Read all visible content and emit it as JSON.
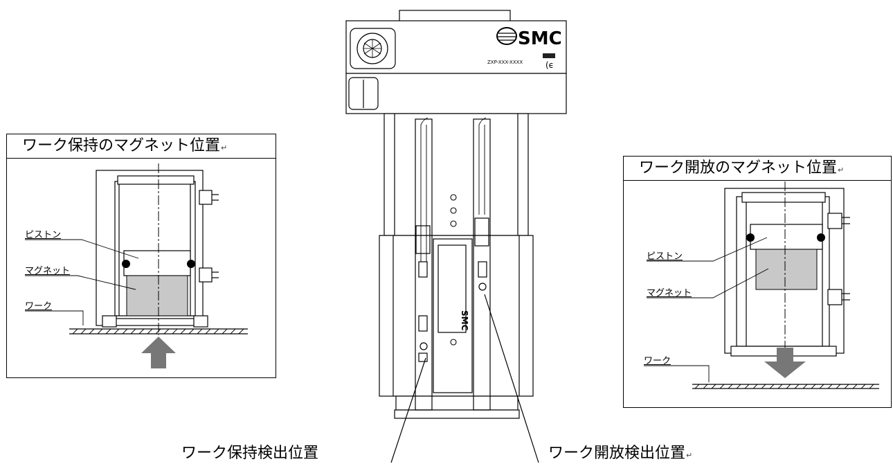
{
  "left_panel": {
    "title": "ワーク保持のマグネット位置",
    "piston_label": "ピストン",
    "magnet_label": "マグネット",
    "work_label": "ワーク"
  },
  "right_panel": {
    "title": "ワーク開放のマグネット位置",
    "piston_label": "ピストン",
    "magnet_label": "マグネット",
    "work_label": "ワーク"
  },
  "device": {
    "brand": "SMC",
    "side_marking": "SMC",
    "model_marking": "ZXP-XXX-XXXX"
  },
  "captions": {
    "hold_detect": "ワーク保持検出位置",
    "release_detect": "ワーク開放検出位置"
  },
  "return_mark": "↵",
  "colors": {
    "line": "#000000",
    "magnet_fill": "#c8c8c8",
    "arrow_fill": "#777777",
    "body_fill": "#ffffff"
  }
}
